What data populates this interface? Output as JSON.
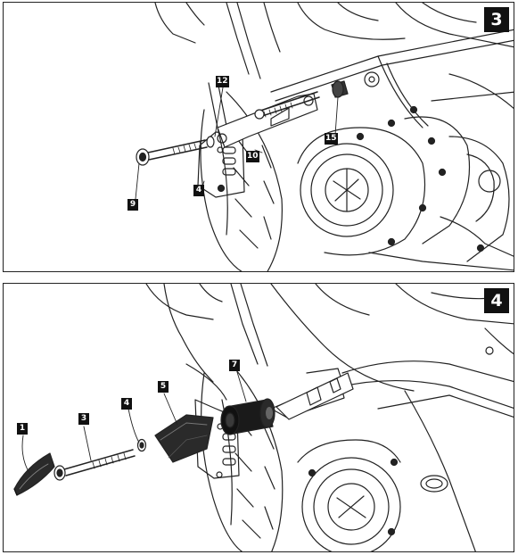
{
  "panels": [
    {
      "step": "3",
      "callouts": {
        "c12": "12",
        "c9": "9",
        "c4": "4",
        "c10": "10",
        "c15": "15"
      }
    },
    {
      "step": "4",
      "callouts": {
        "c1": "1",
        "c3": "3",
        "c4": "4",
        "c5": "5",
        "c7": "7"
      }
    }
  ]
}
